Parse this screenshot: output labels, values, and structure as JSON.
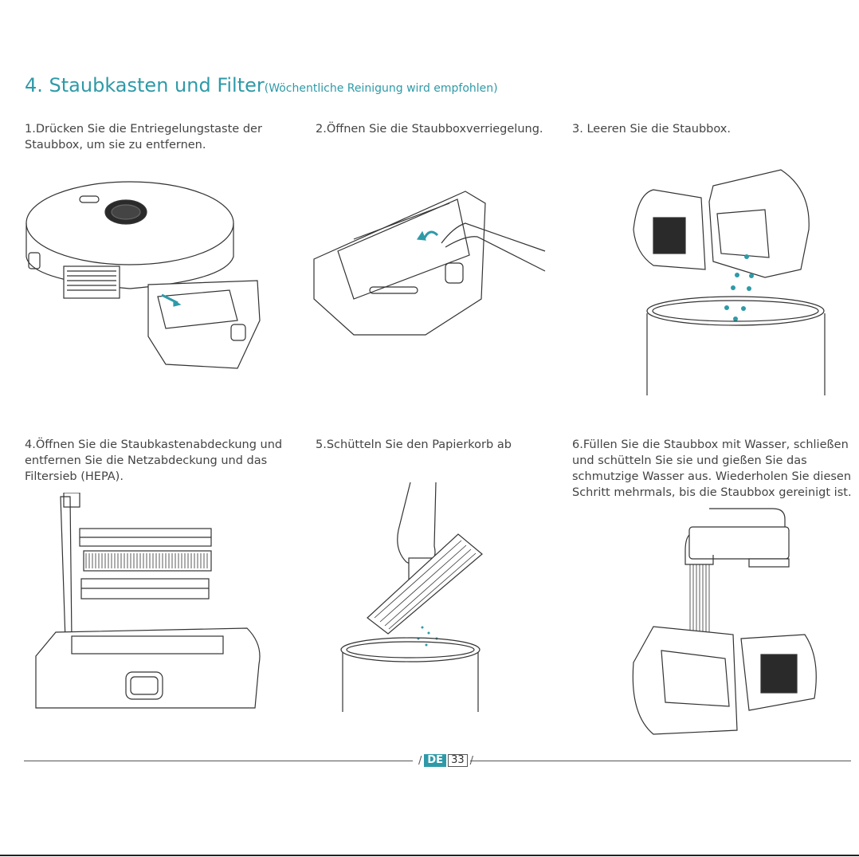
{
  "heading": {
    "main": "4. Staubkasten und Filter",
    "sub": "(Wöchentliche Reinigung wird empfohlen)"
  },
  "steps": [
    {
      "text_lines": [
        "1.Drücken Sie die Entriegelungstaste der",
        "Staubbox, um sie zu entfernen."
      ]
    },
    {
      "text_lines": [
        "2.Öffnen Sie die Staubboxverriegelung."
      ]
    },
    {
      "text_lines": [
        "3. Leeren Sie die Staubbox."
      ]
    },
    {
      "text_lines": [
        "4.Öffnen Sie die Staubkastenabdeckung und",
        "entfernen Sie die Netzabdeckung und das",
        "Filtersieb (HEPA)."
      ]
    },
    {
      "text_lines": [
        "5.Schütteln Sie den Papierkorb ab"
      ]
    },
    {
      "text_lines": [
        "6.Füllen Sie die Staubbox mit Wasser, schließen",
        "und schütteln Sie sie und gießen Sie das",
        "schmutzige Wasser aus. Wiederholen Sie diesen",
        "Schritt mehrmals, bis die Staubbox gereinigt ist."
      ]
    }
  ],
  "footer": {
    "lang": "DE",
    "page": "33"
  },
  "colors": {
    "accent": "#2e9aa8",
    "line": "#555555"
  }
}
